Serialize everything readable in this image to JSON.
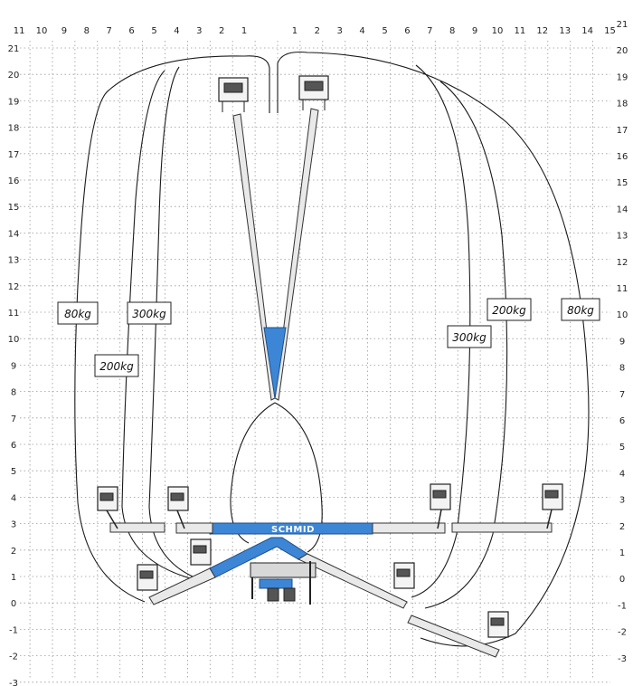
{
  "axes": {
    "top_left_labels": [
      "11",
      "10",
      "9",
      "8",
      "7",
      "6",
      "5",
      "4",
      "3",
      "2",
      "1"
    ],
    "top_right_labels": [
      "1",
      "2",
      "3",
      "4",
      "5",
      "6",
      "7",
      "8",
      "9",
      "10",
      "11",
      "12",
      "13",
      "14",
      "15"
    ],
    "y_labels": [
      "21",
      "20",
      "19",
      "18",
      "17",
      "16",
      "15",
      "14",
      "13",
      "12",
      "11",
      "10",
      "9",
      "8",
      "7",
      "6",
      "5",
      "4",
      "3",
      "2",
      "1",
      "0",
      "-1",
      "-2",
      "-3"
    ]
  },
  "load_labels": {
    "left_80": "80kg",
    "left_300": "300kg",
    "left_200": "200kg",
    "right_300": "300kg",
    "right_200": "200kg",
    "right_80": "80kg"
  },
  "brand": "SCHMID",
  "colors": {
    "boom_accent": "#3d86d6",
    "grid": "#9a9a9a",
    "envelope_line": "#1a1a1a"
  }
}
